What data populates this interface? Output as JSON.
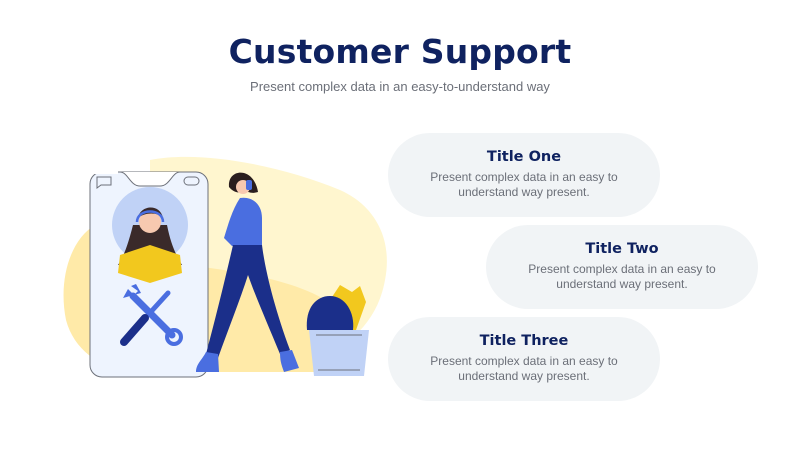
{
  "header": {
    "title": "Customer Support",
    "subtitle": "Present complex data in an easy-to-understand way"
  },
  "cards": [
    {
      "title": "Title One",
      "description": "Present complex data in an easy to understand way present."
    },
    {
      "title": "Title Two",
      "description": "Present complex data in an easy to understand way present."
    },
    {
      "title": "Title Three",
      "description": "Present complex data in an easy to understand way present."
    }
  ],
  "colors": {
    "title": "#0f2260",
    "subtitle": "#6b6f78",
    "card_bg": "#f1f4f6",
    "accent_blue": "#4a6ee0",
    "navy": "#1b2f8a",
    "yellow": "#f2c81e",
    "soft_yellow": "#fff4c6",
    "phone_bg": "#eef4fe",
    "light_blue": "#c0d2f6"
  },
  "illustration": {
    "icons": [
      "phone-icon",
      "support-agent-icon",
      "headset-icon",
      "wrench-icon",
      "screwdriver-icon",
      "chat-bubble-icon",
      "woman-on-phone-figure",
      "potted-plant-icon"
    ]
  }
}
